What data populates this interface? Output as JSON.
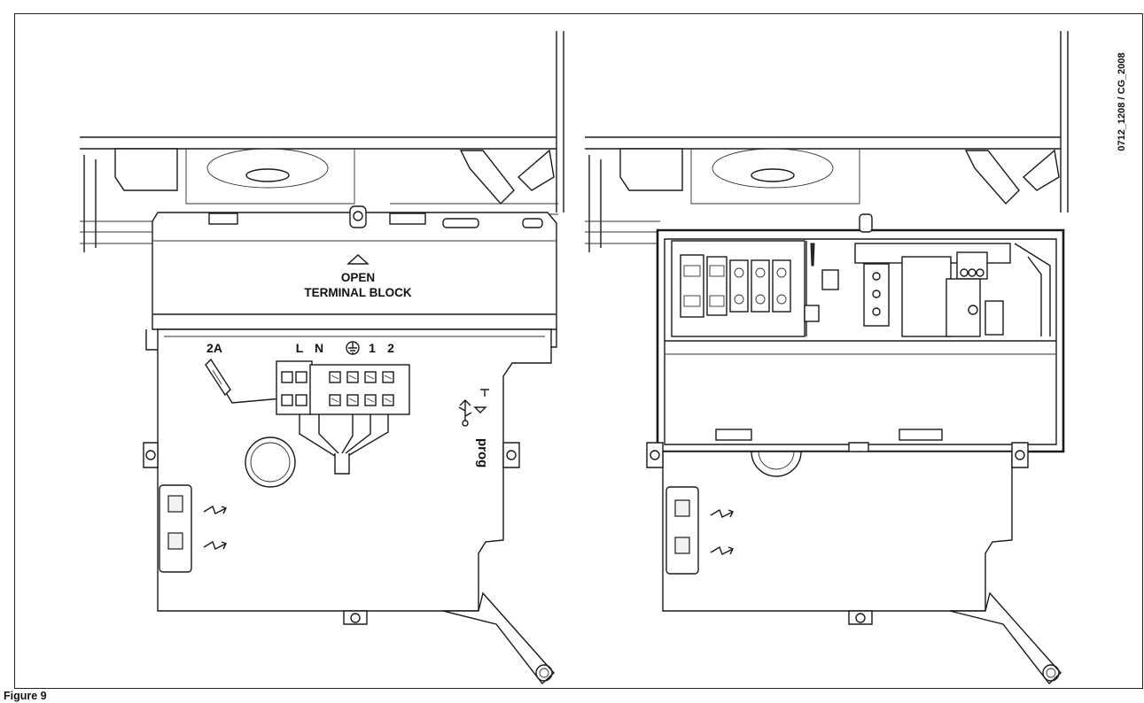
{
  "figure": {
    "caption": "Figure 9",
    "reference_code": "0712_1208 / CG_2008"
  },
  "left_view": {
    "cover_label_line1": "OPEN",
    "cover_label_line2": "TERMINAL BLOCK",
    "fuse_label": "2A",
    "terminal_labels": [
      "L",
      "N",
      "1",
      "2"
    ],
    "earth_symbol": "earth-icon",
    "prog_label": "prog",
    "usb_symbol": "usb-icon"
  },
  "right_view": {}
}
